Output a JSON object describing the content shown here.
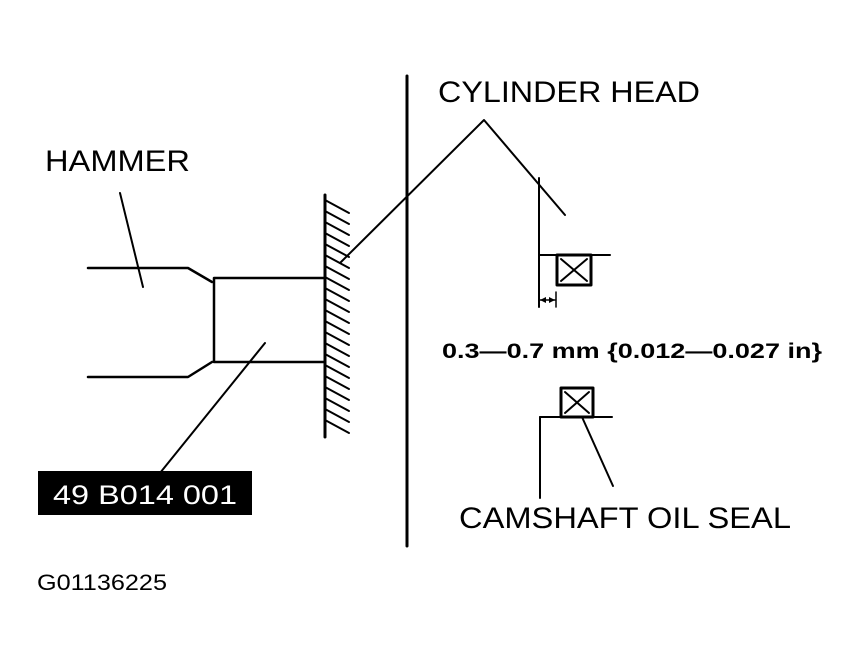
{
  "labels": {
    "cylinder_head": "CYLINDER HEAD",
    "hammer": "HAMMER",
    "dimension": "0.3—0.7 mm {0.012—0.027 in}",
    "camshaft_oil_seal": "CAMSHAFT OIL SEAL",
    "part_number": "49 B014 001",
    "figure_id": "G01136225"
  },
  "colors": {
    "line": "#000000",
    "background": "#ffffff",
    "part_tag_background": "#000000",
    "part_tag_text": "#ffffff"
  }
}
